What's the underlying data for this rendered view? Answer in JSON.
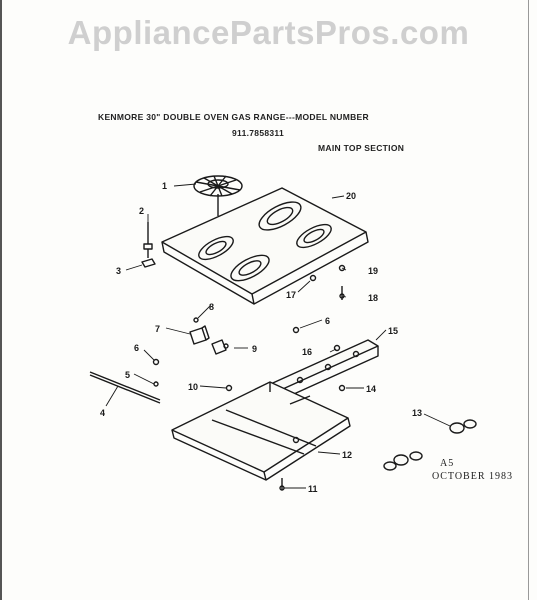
{
  "watermark": "AppliancePartsPros.com",
  "header": {
    "title": "KENMORE 30\" DOUBLE OVEN GAS RANGE---MODEL NUMBER",
    "model": "911.7858311",
    "section": "MAIN TOP SECTION"
  },
  "footer": {
    "code": "A5",
    "date": "OCTOBER 1983"
  },
  "callouts": {
    "c1": "1",
    "c2": "2",
    "c3": "3",
    "c4": "4",
    "c5": "5",
    "c6a": "6",
    "c6b": "6",
    "c7": "7",
    "c8": "8",
    "c9": "9",
    "c10": "10",
    "c11": "11",
    "c12": "12",
    "c13": "13",
    "c14": "14",
    "c15": "15",
    "c16": "16",
    "c17": "17",
    "c18": "18",
    "c19": "19",
    "c20": "20"
  }
}
